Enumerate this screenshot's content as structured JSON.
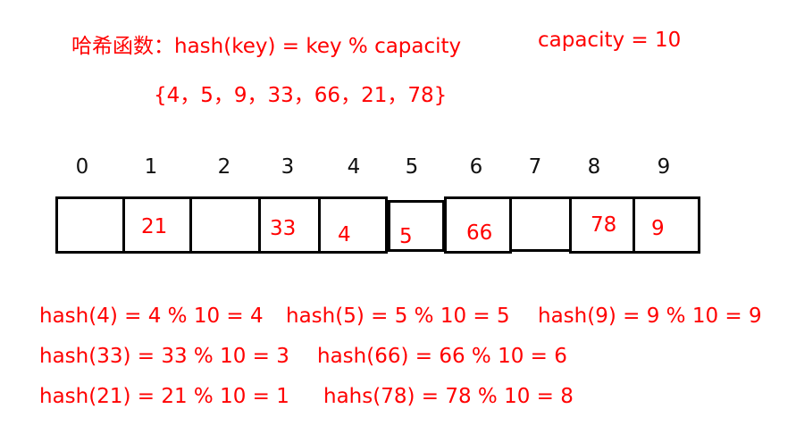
{
  "header": {
    "title": "哈希函数：hash(key) = key % capacity",
    "capacity": "capacity = 10",
    "keys": "{4，5，9，33，66，21，78}"
  },
  "table": {
    "indices": [
      "0",
      "1",
      "2",
      "3",
      "4",
      "5",
      "6",
      "7",
      "8",
      "9"
    ],
    "cells": [
      "",
      "21",
      "",
      "33",
      "4",
      "5",
      "66",
      "",
      "78",
      "9"
    ]
  },
  "formulas": {
    "row1": [
      "hash(4) = 4 % 10 = 4",
      "hash(5) = 5 % 10 = 5",
      "hash(9) = 9 % 10 = 9"
    ],
    "row2": [
      "hash(33) = 33 % 10 = 3",
      "hash(66) = 66 % 10 = 6"
    ],
    "row3": [
      "hash(21) = 21 % 10 = 1",
      "hahs(78) = 78 % 10 = 8"
    ]
  },
  "colors": {
    "accent": "#ff0000",
    "border": "#000000",
    "index_text": "#111111"
  }
}
